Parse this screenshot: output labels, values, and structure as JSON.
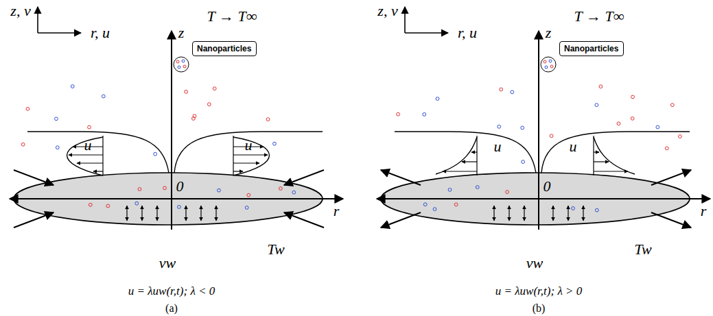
{
  "diagram": {
    "nodes": [
      {
        "text": [
          "Nanoparticles"
        ]
      },
      {
        "text": [
          "Nanoparticles"
        ]
      }
    ],
    "labels": [
      "z, v",
      "r, u",
      "T → T∞",
      "z",
      "u",
      "u",
      "0",
      "r",
      "vw",
      "Tw",
      "u = λuw(r,t); λ < 0",
      "(a)",
      "z, v",
      "r, u",
      "T → T∞",
      "z",
      "u",
      "u",
      "0",
      "r",
      "vw",
      "Tw",
      "u = λuw(r,t); λ > 0",
      "(b)"
    ]
  }
}
